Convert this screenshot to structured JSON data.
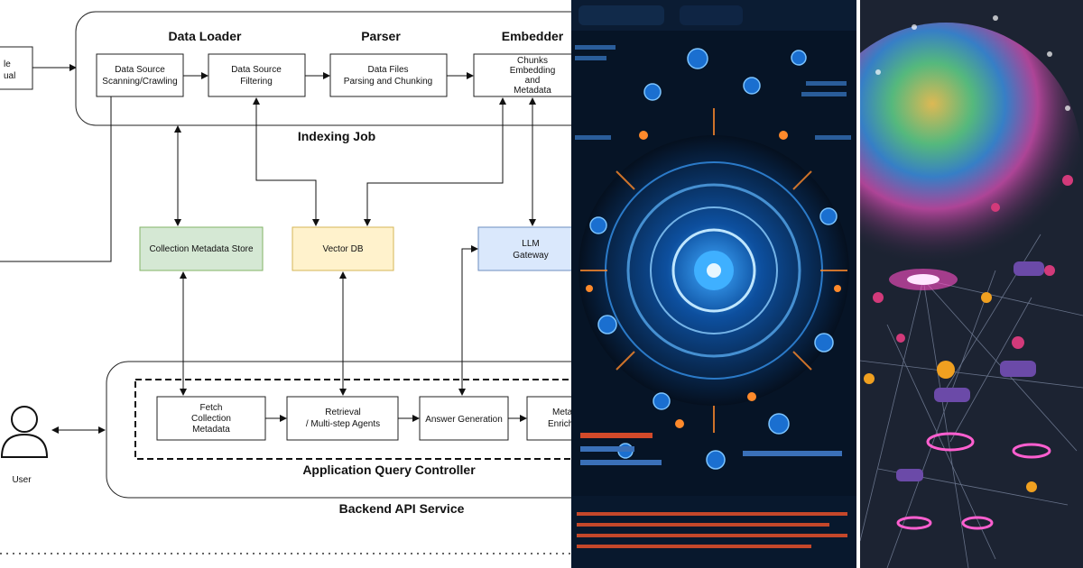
{
  "diagram": {
    "source_node": {
      "line1": "le",
      "line2": "ual"
    },
    "indexing_job": {
      "title": "Indexing Job",
      "data_loader": "Data Loader",
      "parser": "Parser",
      "embedder": "Embedder",
      "scanning": {
        "line1": "Data Source",
        "line2": "Scanning/Crawling"
      },
      "filtering": {
        "line1": "Data Source",
        "line2": "Filtering"
      },
      "parsing": {
        "line1": "Data Files",
        "line2": "Parsing and Chunking"
      },
      "embedding": {
        "line1": "Chunks",
        "line2": "Embedding",
        "line3": "and",
        "line4": "Metadata"
      }
    },
    "stores": {
      "collection_metadata": "Collection Metadata Store",
      "vector_db": "Vector DB",
      "llm": {
        "line1": "LLM",
        "line2": "Gateway"
      }
    },
    "query_controller": {
      "title": "Application Query Controller",
      "fetch": {
        "line1": "Fetch",
        "line2": "Collection",
        "line3": "Metadata"
      },
      "retrieval": {
        "line1": "Retrieval",
        "line2": "/ Multi-step Agents"
      },
      "answer": "Answer Generation",
      "meta": {
        "line1": "Meta",
        "line2": "Enrich"
      }
    },
    "backend": "Backend API Service",
    "user": "User",
    "colors": {
      "collection_fill": "#d5e8d4",
      "collection_stroke": "#82b366",
      "vector_fill": "#fff2cc",
      "vector_stroke": "#d6b656",
      "llm_fill": "#dae8fc",
      "llm_stroke": "#6c8ebf"
    }
  },
  "images": [
    {
      "name": "ai-interface-illustration",
      "accent": "#1e90ff"
    },
    {
      "name": "network-graph-illustration",
      "accent": "#e0408a"
    }
  ]
}
